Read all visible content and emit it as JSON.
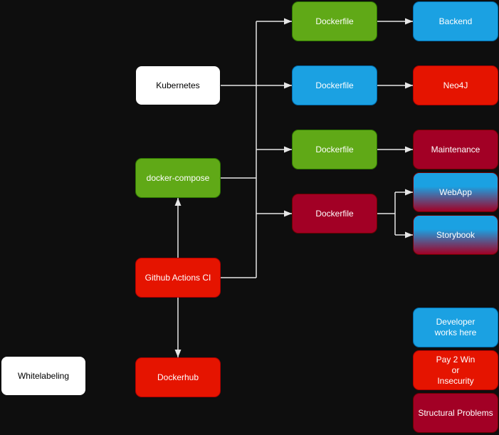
{
  "diagram": {
    "background": "#0e0e0e",
    "edge_color": "#e6e6e6",
    "colors": {
      "green": "#60a917",
      "blue": "#1ba1e2",
      "red": "#e51400",
      "crimson": "#a20025",
      "white": "#ffffff",
      "gradient_top": "#1ba1e2",
      "gradient_bottom": "#a20025"
    }
  },
  "nodes": {
    "kubernetes": {
      "label": "Kubernetes",
      "color": "white"
    },
    "docker_compose": {
      "label": "docker-compose",
      "color": "green"
    },
    "github_actions": {
      "label": "Github Actions CI",
      "color": "red"
    },
    "dockerhub": {
      "label": "Dockerhub",
      "color": "red"
    },
    "whitelabeling": {
      "label": "Whitelabeling",
      "color": "white"
    },
    "dockerfile_1": {
      "label": "Dockerfile",
      "color": "green"
    },
    "dockerfile_2": {
      "label": "Dockerfile",
      "color": "blue"
    },
    "dockerfile_3": {
      "label": "Dockerfile",
      "color": "green"
    },
    "dockerfile_4": {
      "label": "Dockerfile",
      "color": "crimson"
    },
    "backend": {
      "label": "Backend",
      "color": "blue"
    },
    "neo4j": {
      "label": "Neo4J",
      "color": "red"
    },
    "maintenance": {
      "label": "Maintenance",
      "color": "crimson"
    },
    "webapp": {
      "label": "WebApp",
      "color": "gradient"
    },
    "storybook": {
      "label": "Storybook",
      "color": "gradient"
    },
    "legend_developer": {
      "label": "Developer\nworks here",
      "color": "blue"
    },
    "legend_pay2win": {
      "label": "Pay 2 Win\nor\nInsecurity",
      "color": "red"
    },
    "legend_structural": {
      "label": "Structural Problems",
      "color": "crimson"
    }
  }
}
